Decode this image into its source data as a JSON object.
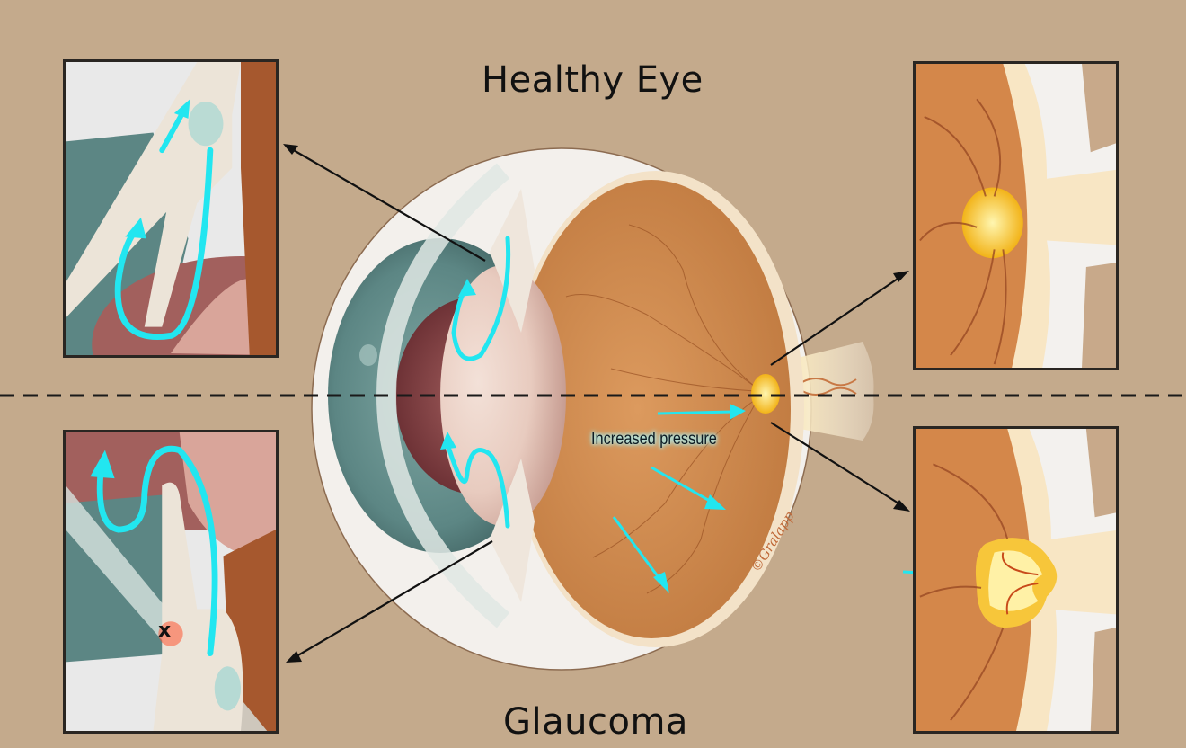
{
  "titles": {
    "top": "Healthy Eye",
    "bottom": "Glaucoma"
  },
  "labels": {
    "pressure": "Increased pressure",
    "blockage_marker": "x",
    "signature": "©Gralapp"
  },
  "insets": [
    {
      "id": "healthy-drainage",
      "position": "top-left",
      "description": "Healthy aqueous outflow through trabecular meshwork"
    },
    {
      "id": "healthy-optic-disc",
      "position": "top-right",
      "description": "Normal optic nerve head"
    },
    {
      "id": "glaucoma-drainage",
      "position": "bottom-left",
      "description": "Blocked outflow in glaucoma"
    },
    {
      "id": "glaucoma-optic-disc",
      "position": "bottom-right",
      "description": "Cupped optic disc under pressure"
    }
  ],
  "colors": {
    "background": "#c4aa8c",
    "flow_arrow": "#22e6f0",
    "retina": "#d08a4e",
    "sclera": "#f2efea",
    "iris": "#5e8886",
    "optic_disc": "#f7c21f",
    "divider": "#1a1a1a",
    "blockage": "#ff5533"
  }
}
